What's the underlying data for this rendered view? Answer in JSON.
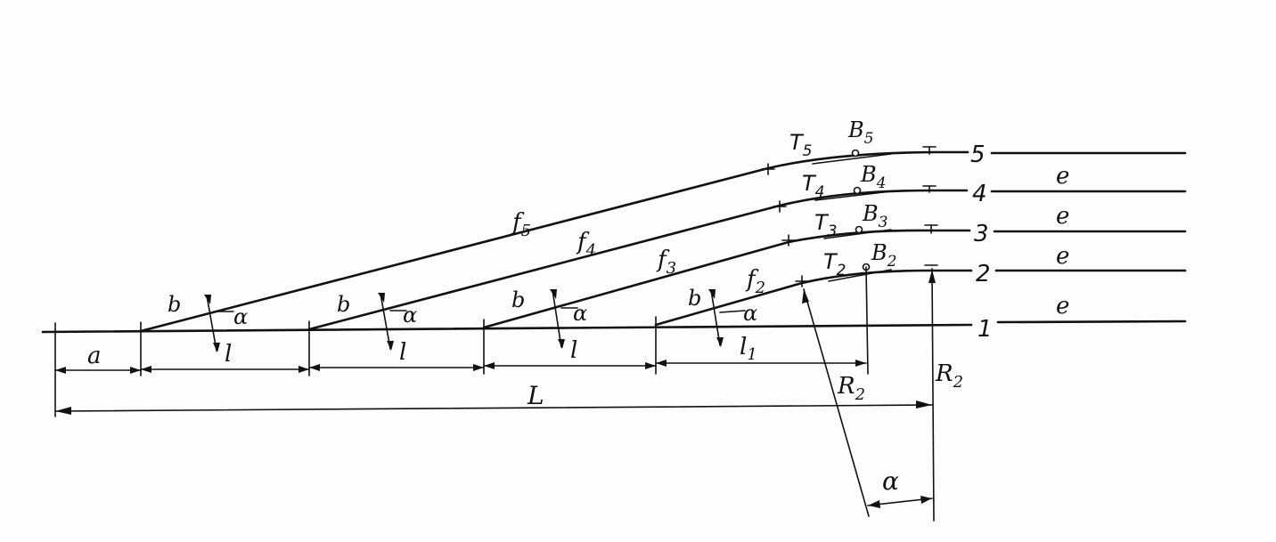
{
  "tracks": {
    "t1": "1",
    "t2": "2",
    "t3": "3",
    "t4": "4",
    "t5": "5"
  },
  "labels": {
    "a": "a",
    "b": "b",
    "alpha": "α",
    "l": "l",
    "l1": "l",
    "l1_sub": "1",
    "L": "L",
    "e": "e",
    "f": "f",
    "f2_sub": "2",
    "f3_sub": "3",
    "f4_sub": "4",
    "f5_sub": "5",
    "T": "T",
    "T2_sub": "2",
    "T3_sub": "3",
    "T4_sub": "4",
    "T5_sub": "5",
    "B": "B",
    "B2_sub": "2",
    "B3_sub": "3",
    "B4_sub": "4",
    "B5_sub": "5",
    "R": "R",
    "R2_sub": "2"
  }
}
